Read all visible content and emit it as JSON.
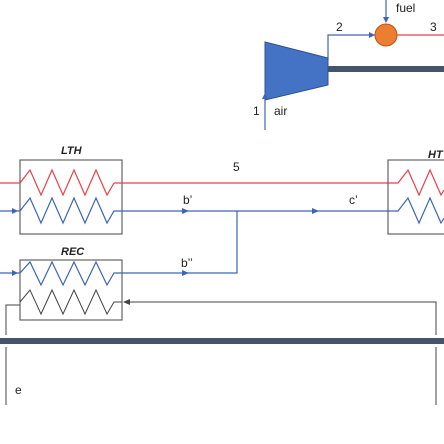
{
  "labels": {
    "fuel": "fuel",
    "stream_2": "2",
    "stream_3": "3",
    "stream_1": "1",
    "air": "air",
    "stream_5": "5",
    "b_prime": "b’",
    "c_prime": "c’",
    "b_double_prime": "b’’",
    "e": "e"
  },
  "components": {
    "lth": "LTH",
    "hth": "HT",
    "rec": "REC"
  },
  "colors": {
    "hot_line": "#e8404a",
    "cold_line": "#3d64b8",
    "compressor": "#4472c4",
    "combustor": "#ed7d31",
    "shaft": "#44546a",
    "outline": "#444444"
  },
  "icons": {
    "compressor": "compressor-trapezoid",
    "combustor": "combustor-circle",
    "heat_exchanger": "zigzag-coil",
    "flow_arrow": "arrowhead"
  }
}
